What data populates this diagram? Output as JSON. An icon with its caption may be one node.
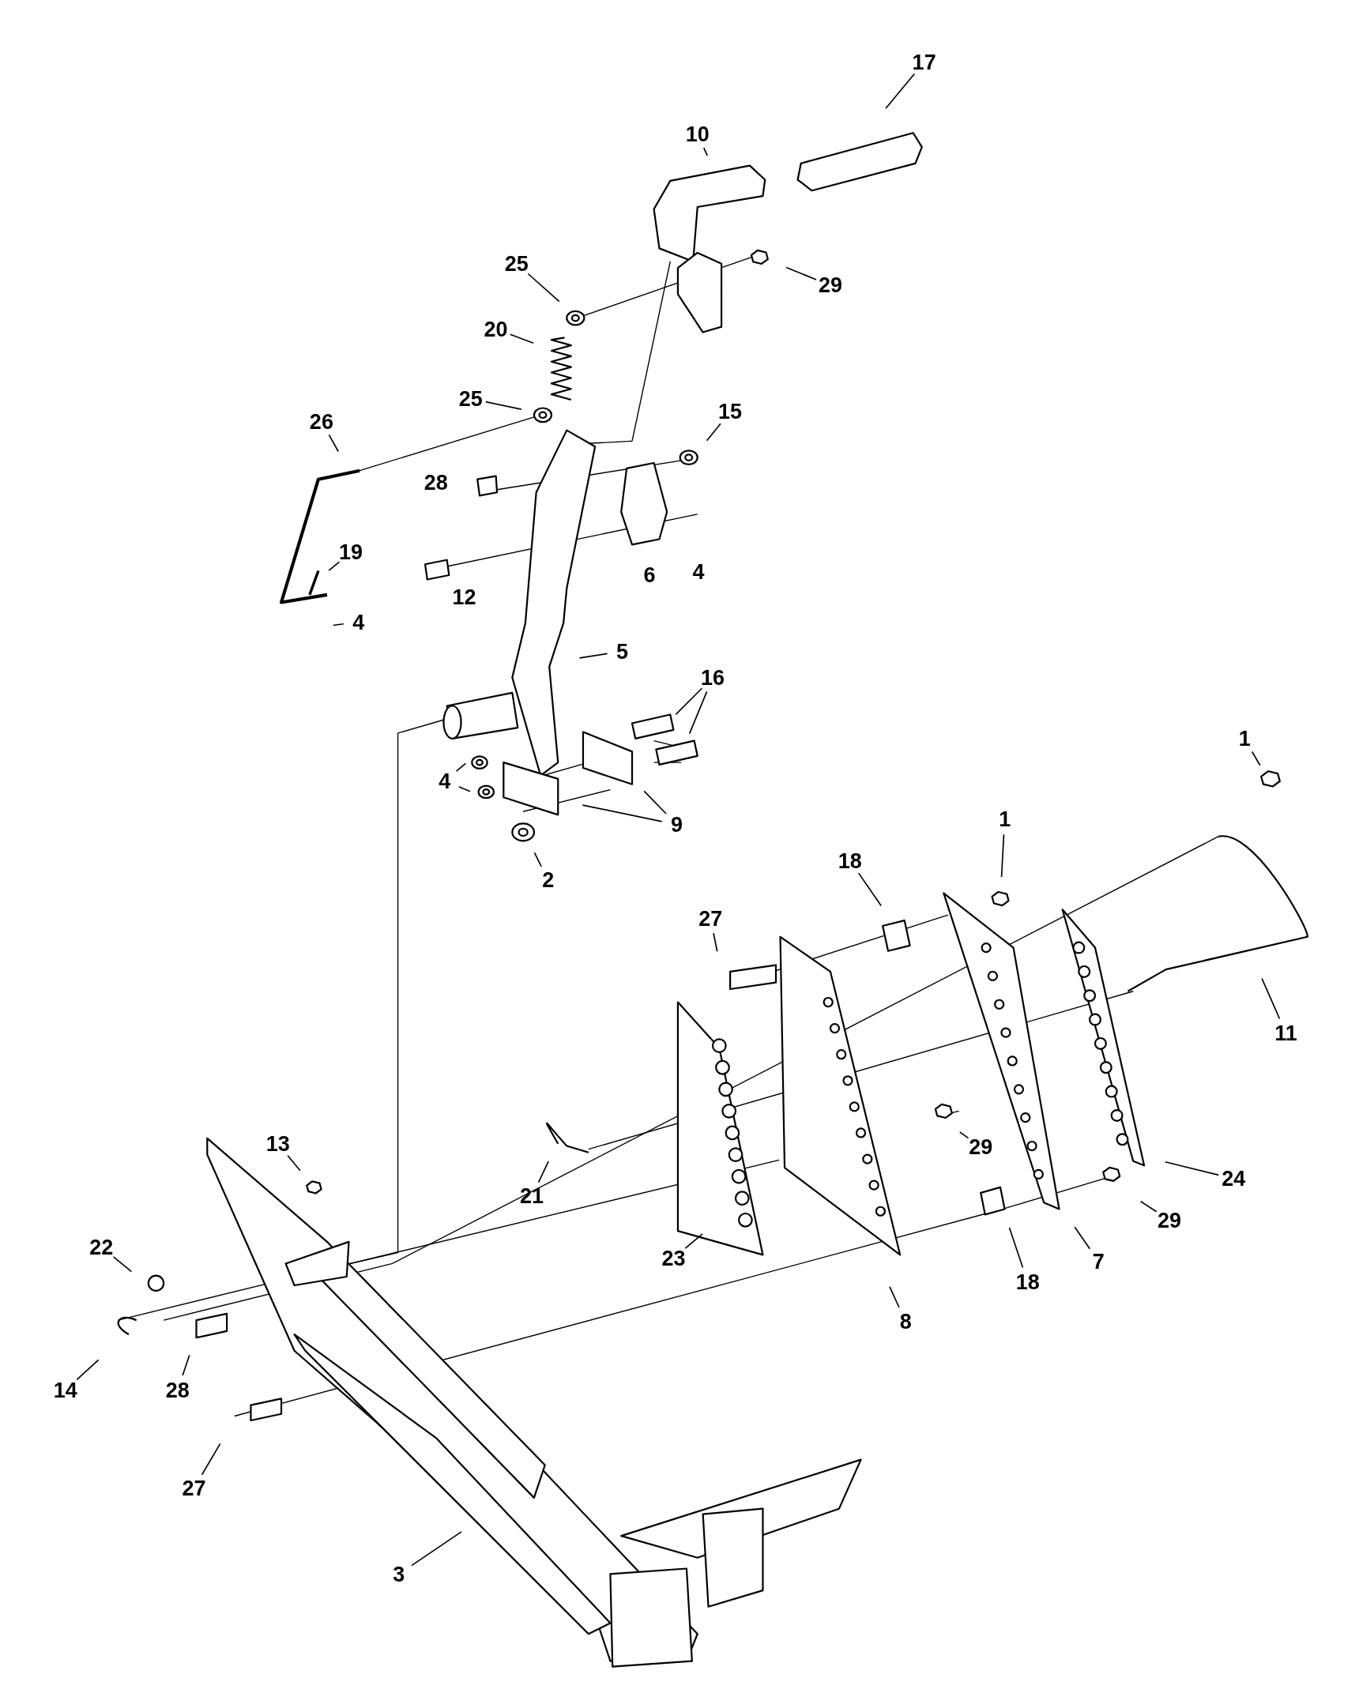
{
  "diagram": {
    "nodes": [
      {
        "text": [
          "17"
        ]
      },
      {
        "text": [
          "10"
        ]
      },
      {
        "text": [
          "25"
        ]
      },
      {
        "text": [
          "29"
        ]
      },
      {
        "text": [
          "20"
        ]
      },
      {
        "text": [
          "25"
        ]
      },
      {
        "text": [
          "15"
        ]
      },
      {
        "text": [
          "26"
        ]
      },
      {
        "text": [
          "19"
        ]
      },
      {
        "text": [
          "4"
        ]
      },
      {
        "text": [
          "5"
        ]
      },
      {
        "text": [
          "16"
        ]
      },
      {
        "text": [
          "1"
        ]
      },
      {
        "text": [
          "4"
        ]
      },
      {
        "text": [
          "1"
        ]
      },
      {
        "text": [
          "9"
        ]
      },
      {
        "text": [
          "18"
        ]
      },
      {
        "text": [
          "2"
        ]
      },
      {
        "text": [
          "27"
        ]
      },
      {
        "text": [
          "11"
        ]
      },
      {
        "text": [
          "13"
        ]
      },
      {
        "text": [
          "29"
        ]
      },
      {
        "text": [
          "24"
        ]
      },
      {
        "text": [
          "21"
        ]
      },
      {
        "text": [
          "29"
        ]
      },
      {
        "text": [
          "22"
        ]
      },
      {
        "text": [
          "23"
        ]
      },
      {
        "text": [
          "7"
        ]
      },
      {
        "text": [
          "18"
        ]
      },
      {
        "text": [
          "8"
        ]
      },
      {
        "text": [
          "14"
        ]
      },
      {
        "text": [
          "28"
        ]
      },
      {
        "text": [
          "27"
        ]
      },
      {
        "text": [
          "3"
        ]
      }
    ],
    "edges": [
      {
        "from": 0,
        "to": null,
        "arrow": "none"
      },
      {
        "from": 1,
        "to": null,
        "arrow": "none"
      },
      {
        "from": 2,
        "to": null,
        "arrow": "none"
      },
      {
        "from": 3,
        "to": null,
        "arrow": "none"
      },
      {
        "from": 4,
        "to": null,
        "arrow": "none"
      },
      {
        "from": 5,
        "to": null,
        "arrow": "none"
      },
      {
        "from": 6,
        "to": null,
        "arrow": "none"
      },
      {
        "from": 7,
        "to": null,
        "arrow": "none"
      },
      {
        "from": 8,
        "to": null,
        "arrow": "none"
      },
      {
        "from": 9,
        "to": null,
        "arrow": "none"
      },
      {
        "from": 10,
        "to": null,
        "arrow": "none"
      },
      {
        "from": 11,
        "to": null,
        "arrow": "none"
      },
      {
        "from": 11,
        "to": null,
        "arrow": "none"
      },
      {
        "from": 12,
        "to": null,
        "arrow": "none"
      },
      {
        "from": 13,
        "to": null,
        "arrow": "none"
      },
      {
        "from": 13,
        "to": null,
        "arrow": "none"
      },
      {
        "from": 14,
        "to": null,
        "arrow": "none"
      },
      {
        "from": 15,
        "to": null,
        "arrow": "none"
      },
      {
        "from": 15,
        "to": null,
        "arrow": "none"
      },
      {
        "from": 16,
        "to": null,
        "arrow": "none"
      },
      {
        "from": 17,
        "to": null,
        "arrow": "none"
      },
      {
        "from": 18,
        "to": null,
        "arrow": "none"
      },
      {
        "from": 19,
        "to": null,
        "arrow": "none"
      },
      {
        "from": 20,
        "to": null,
        "arrow": "none"
      },
      {
        "from": 21,
        "to": null,
        "arrow": "none"
      },
      {
        "from": 22,
        "to": null,
        "arrow": "none"
      },
      {
        "from": 23,
        "to": null,
        "arrow": "none"
      },
      {
        "from": 24,
        "to": null,
        "arrow": "none"
      },
      {
        "from": 25,
        "to": null,
        "arrow": "none"
      },
      {
        "from": 26,
        "to": null,
        "arrow": "none"
      },
      {
        "from": 27,
        "to": null,
        "arrow": "none"
      },
      {
        "from": 28,
        "to": null,
        "arrow": "none"
      },
      {
        "from": 29,
        "to": null,
        "arrow": "none"
      },
      {
        "from": 30,
        "to": null,
        "arrow": "none"
      },
      {
        "from": 31,
        "to": null,
        "arrow": "none"
      },
      {
        "from": 32,
        "to": null,
        "arrow": "none"
      },
      {
        "from": 33,
        "to": null,
        "arrow": "none"
      }
    ],
    "labels": [
      "28",
      "6",
      "4",
      "12"
    ]
  }
}
